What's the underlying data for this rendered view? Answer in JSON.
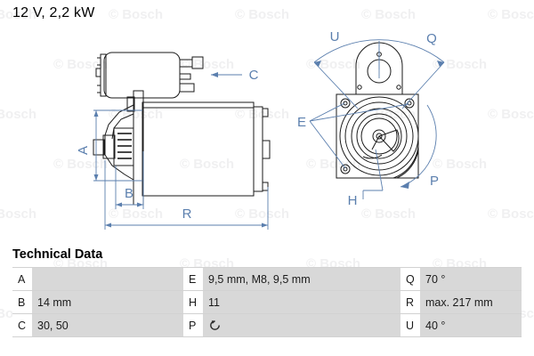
{
  "title": "12 V, 2,2 kW",
  "watermark": {
    "text": "© Bosch"
  },
  "drawings": {
    "side_view": {
      "name": "starter-motor-side-view",
      "dimension_labels": [
        "A",
        "B",
        "R"
      ],
      "callout_labels": [
        "C"
      ]
    },
    "front_view": {
      "name": "starter-motor-front-view",
      "angle_labels": [
        "U",
        "Q"
      ],
      "callout_labels": [
        "E",
        "H"
      ],
      "rotation_label": "P"
    }
  },
  "technical_data": {
    "heading": "Technical Data",
    "rows": [
      {
        "k1": "A",
        "v1": "",
        "k2": "E",
        "v2": "9,5 mm, M8, 9,5 mm",
        "k3": "Q",
        "v3": "70 °"
      },
      {
        "k1": "B",
        "v1": "14 mm",
        "k2": "H",
        "v2": "11",
        "k3": "R",
        "v3": "max. 217 mm"
      },
      {
        "k1": "C",
        "v1": "30, 50",
        "k2": "P",
        "v2": "",
        "k3": "U",
        "v3": "40 °"
      }
    ],
    "p_icon": "rotation-counterclockwise-icon"
  },
  "colors": {
    "line": "#1a1a1a",
    "dimension": "#5b7fae",
    "table_value_bg": "#d8d8d8",
    "watermark": "#f0f0f1"
  }
}
